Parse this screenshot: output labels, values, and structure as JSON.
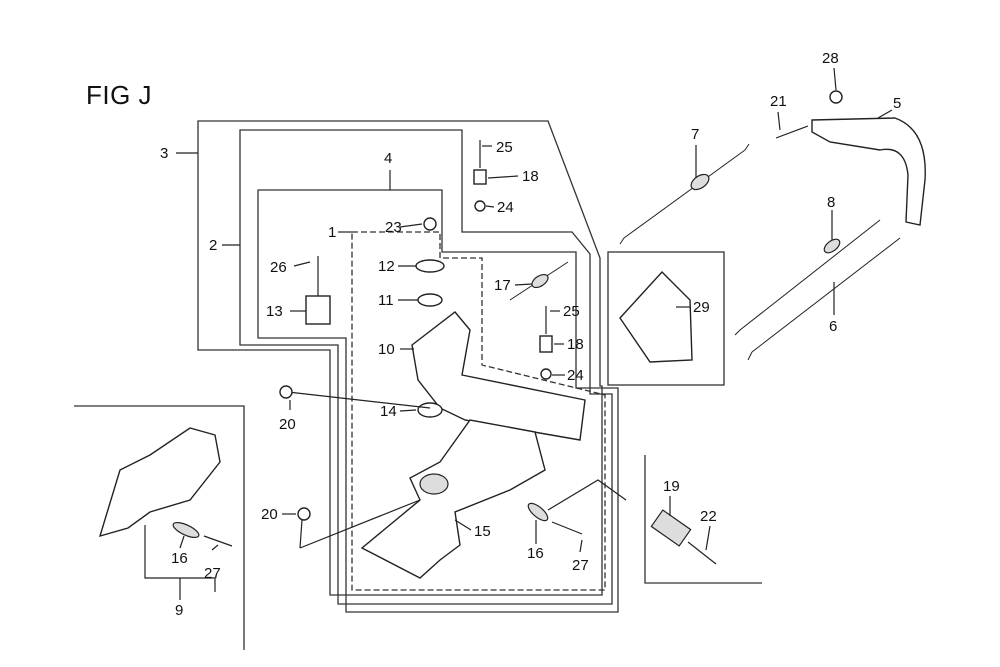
{
  "figure": {
    "title": "FIG J",
    "callouts": {
      "c1": "1",
      "c2": "2",
      "c3": "3",
      "c4": "4",
      "c5": "5",
      "c6": "6",
      "c7": "7",
      "c8": "8",
      "c9": "9",
      "c10": "10",
      "c11": "11",
      "c12": "12",
      "c13": "13",
      "c14": "14",
      "c15": "15",
      "c16a": "16",
      "c16b": "16",
      "c17": "17",
      "c18a": "18",
      "c18b": "18",
      "c19": "19",
      "c20a": "20",
      "c20b": "20",
      "c21": "21",
      "c22": "22",
      "c23": "23",
      "c24a": "24",
      "c24b": "24",
      "c25a": "25",
      "c25b": "25",
      "c26": "26",
      "c27a": "27",
      "c27b": "27",
      "c28": "28",
      "c29": "29"
    }
  }
}
